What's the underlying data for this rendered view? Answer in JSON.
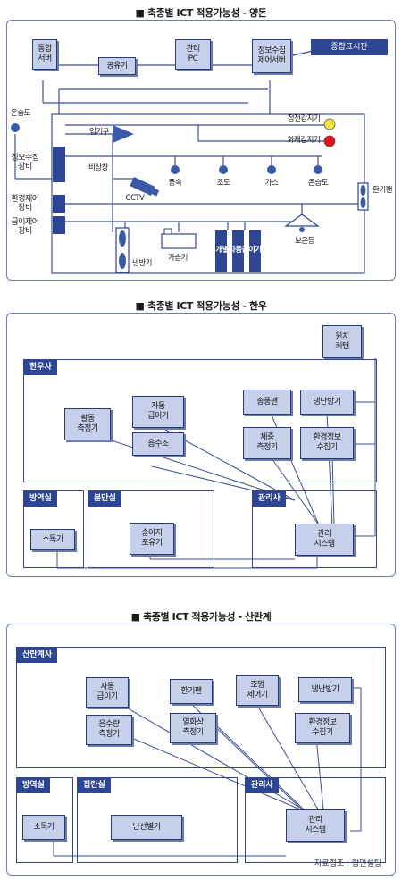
{
  "sections": {
    "pig": {
      "title": "■ 축종별 ICT 적용가능성 - 양돈",
      "top_boxes": [
        "통합\n서버",
        "공유기",
        "관리\nPC",
        "정보수집\n제어서버"
      ],
      "display_board": "종합표시판",
      "outside_sensor": "온습도",
      "left_equipment": [
        "정보수집\n장비",
        "환경제어\n장비",
        "급이제어\n장비"
      ],
      "inlet": "입기구",
      "emergency_window": "비상창",
      "power_sensor": "정전감지기",
      "fire_sensor": "화재감지기",
      "sensors": [
        "풍속",
        "조도",
        "가스",
        "온습도"
      ],
      "cctv": "CCTV",
      "fan": "환기팬",
      "cooler": "냉방기",
      "humidifier": "가습기",
      "feeder": "개별자동급이기",
      "heat_lamp": "보온등"
    },
    "cattle": {
      "title": "■ 축종별 ICT 적용가능성 - 한우",
      "winch": "윈치\n커텐",
      "barn": "한우사",
      "barn_items": [
        "활동\n측정기",
        "자동\n급이기",
        "음수조",
        "송풍팬",
        "냉난방기",
        "체중\n측정기",
        "환경정보\n수집기"
      ],
      "quarantine": "방역실",
      "quarantine_item": "소독기",
      "birthing": "분만실",
      "birthing_item": "송아지\n포유기",
      "admin": "관리사",
      "admin_item": "관리\n시스템"
    },
    "poultry": {
      "title": "■ 축종별 ICT 적용가능성 - 산란계",
      "barn": "산란계사",
      "barn_items": [
        "자동\n급이기",
        "환기팬",
        "조명\n제어기",
        "냉난방기",
        "음수량\n측정기",
        "열화상\n측정기",
        "환경정보\n수집기"
      ],
      "quarantine": "방역실",
      "quarantine_item": "소독기",
      "sorting": "집란실",
      "sorting_item": "난선별기",
      "admin": "관리사",
      "admin_item": "관리\n시스템"
    }
  },
  "credit": "자료협조 : 함언설팅",
  "colors": {
    "box_fill": "#c6d0ea",
    "header": "#2e4593",
    "line": "#3b4f8f",
    "power_dot": "#f2e33a",
    "fire_dot": "#e0141a",
    "cover": "#2e4593"
  }
}
